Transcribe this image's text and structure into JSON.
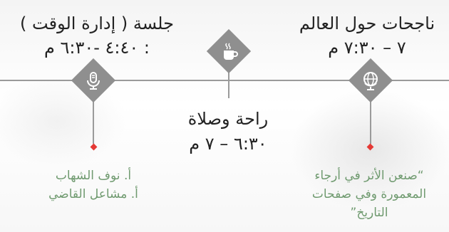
{
  "events": [
    {
      "title": "ناجحات حول العالم",
      "time": "٧ – ٧:٣٠ م",
      "icon": "globe-icon",
      "details": [
        "“صنعن الأثر في أرجاء",
        "المعمورة وفي صفحات",
        "التاريخ”"
      ]
    },
    {
      "title": "راحة وصلاة",
      "time": "٦:٣٠ – ٧ م",
      "icon": "coffee-cup-icon",
      "details": []
    },
    {
      "title": "جلسة ( إدارة الوقت )",
      "time": ": ٤:٤٠ -٦:٣٠ م",
      "icon": "microphone-icon",
      "details": [
        "أ. نوف الشهاب",
        "أ. مشاعل القاضي"
      ]
    }
  ],
  "colors": {
    "accent_dot": "#e53935",
    "details_text": "#6f9a6f",
    "node": "#8f8f8f"
  }
}
